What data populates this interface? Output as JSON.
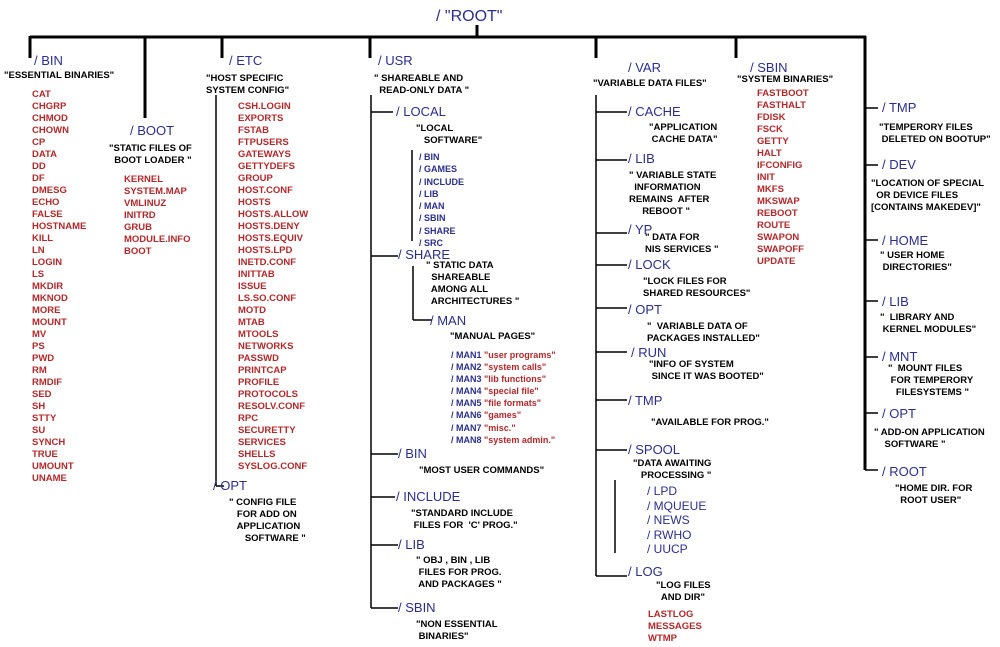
{
  "root": "/   \"ROOT\"",
  "bin": {
    "title": "/ BIN",
    "desc": "\"ESSENTIAL BINARIES\"",
    "items": "CAT\nCHGRP\nCHMOD\nCHOWN\nCP\nDATA\nDD\nDF\nDMESG\nECHO\nFALSE\nHOSTNAME\nKILL\nLN\nLOGIN\nLS\nMKDIR\nMKNOD\nMORE\nMOUNT\nMV\nPS\nPWD\nRM\nRMDIF\nSED\nSH\nSTTY\nSU\nSYNCH\nTRUE\nUMOUNT\nUNAME"
  },
  "boot": {
    "title": "/ BOOT",
    "desc": "\"STATIC FILES OF\n  BOOT LOADER \"",
    "items": "KERNEL\nSYSTEM.MAP\nVMLINUZ\nINITRD\nGRUB\nMODULE.INFO\nBOOT"
  },
  "etc": {
    "title": "/ ETC",
    "desc": "\"HOST SPECIFIC\nSYSTEM CONFIG\"",
    "items": "CSH.LOGIN\nEXPORTS\nFSTAB\nFTPUSERS\nGATEWAYS\nGETTYDEFS\nGROUP\nHOST.CONF\nHOSTS\nHOSTS.ALLOW\nHOSTS.DENY\nHOSTS.EQUIV\nHOSTS.LPD\nINETD.CONF\nINITTAB\nISSUE\nLS.SO.CONF\nMOTD\nMTAB\nMTOOLS\nNETWORKS\nPASSWD\nPRINTCAP\nPROFILE\nPROTOCOLS\nRESOLV.CONF\nRPC\nSECURETTY\nSERVICES\nSHELLS\nSYSLOG.CONF",
    "opt_title": "/ OPT",
    "opt_desc": "\" CONFIG FILE\n   FOR ADD ON\n   APPLICATION\n      SOFTWARE \""
  },
  "usr": {
    "title": "/ USR",
    "desc": "\" SHAREABLE AND\n  READ-ONLY DATA \"",
    "local_title": "/ LOCAL",
    "local_desc": "\"LOCAL\n   SOFTWARE\"",
    "local_items": "/ BIN\n/ GAMES\n/ INCLUDE\n/ LIB\n/ MAN\n/ SBIN\n/ SHARE\n/ SRC",
    "share_title": "/ SHARE",
    "share_desc": "\" STATIC DATA\n  SHAREABLE\n  AMONG ALL\n  ARCHITECTURES \"",
    "man_title": "/ MAN",
    "man_desc": "\"MANUAL PAGES\"",
    "man_items": [
      {
        "dir": "/ MAN1",
        "q": "\"user programs\""
      },
      {
        "dir": "/ MAN2",
        "q": "\"system calls\""
      },
      {
        "dir": "/ MAN3",
        "q": "\"lib functions\""
      },
      {
        "dir": "/ MAN4",
        "q": "\"special file\""
      },
      {
        "dir": "/ MAN5",
        "q": "\"file formats\""
      },
      {
        "dir": "/ MAN6",
        "q": "\"games\""
      },
      {
        "dir": "/ MAN7",
        "q": "\"misc.\""
      },
      {
        "dir": "/ MAN8",
        "q": "\"system admin.\""
      }
    ],
    "bin_title": "/ BIN",
    "bin_desc": "\"MOST USER COMMANDS\"",
    "include_title": "/ INCLUDE",
    "include_desc": "\"STANDARD INCLUDE\n FILES FOR  'C' PROG.\"",
    "lib_title": "/ LIB",
    "lib_desc": "\" OBJ , BIN , LIB\n FILES FOR PROG.\n AND PACKAGES \"",
    "sbin_title": "/ SBIN",
    "sbin_desc": "\"NON ESSENTIAL\n BINARIES\""
  },
  "var": {
    "title": "/ VAR",
    "desc": "\"VARIABLE DATA FILES\"",
    "cache_title": "/ CACHE",
    "cache_desc": "\"APPLICATION\n CACHE DATA\"",
    "lib_title": "/ LIB",
    "lib_desc": "\" VARIABLE STATE\n  INFORMATION\nREMAINS  AFTER\n     REBOOT \"",
    "yp_title": "/ YP",
    "yp_desc": "\" DATA FOR\nNIS SERVICES \"",
    "lock_title": "/ LOCK",
    "lock_desc": "\"LOCK FILES FOR\nSHARED RESOURCES\"",
    "opt_title": "/ OPT",
    "opt_desc": "\"  VARIABLE DATA OF\nPACKAGES INSTALLED\"",
    "run_title": "/ RUN",
    "run_desc": "\"INFO OF SYSTEM\n SINCE IT WAS BOOTED\"",
    "tmp_title": "/ TMP",
    "tmp_desc": "\"AVAILABLE FOR PROG.\"",
    "spool_title": "/ SPOOL",
    "spool_desc": "\"DATA AWAITING\n   PROCESSING \"",
    "spool_items": "/ LPD\n/ MQUEUE\n/ NEWS\n/ RWHO\n/ UUCP",
    "log_title": "/ LOG",
    "log_desc": "\"LOG FILES\n  AND DIR\"",
    "log_items": "LASTLOG\nMESSAGES\nWTMP"
  },
  "sbin": {
    "title": "/ SBIN",
    "desc": "\"SYSTEM BINARIES\"",
    "items": "FASTBOOT\nFASTHALT\nFDISK\nFSCK\nGETTY\nHALT\nIFCONFIG\nINIT\nMKFS\nMKSWAP\nREBOOT\nROUTE\nSWAPON\nSWAPOFF\nUPDATE"
  },
  "right": {
    "tmp_title": "/ TMP",
    "tmp_desc": "\"TEMPERORY FILES\n DELETED ON BOOTUP\"",
    "dev_title": "/ DEV",
    "dev_desc": "\"LOCATION OF SPECIAL\n  OR DEVICE FILES\n[CONTAINS MAKEDEV]\"",
    "home_title": "/ HOME",
    "home_desc": "\" USER HOME\n DIRECTORIES\"",
    "lib_title": "/ LIB",
    "lib_desc": "\"  LIBRARY AND\n KERNEL MODULES\"",
    "mnt_title": "/ MNT",
    "mnt_desc": "\"  MOUNT FILES\n FOR TEMPERORY\n   FILESYSTEMS \"",
    "opt_title": "/ OPT",
    "opt_desc": "\" ADD-ON APPLICATION\n    SOFTWARE \"",
    "root_title": "/ ROOT",
    "root_desc": "\"HOME DIR. FOR\n  ROOT USER\""
  }
}
